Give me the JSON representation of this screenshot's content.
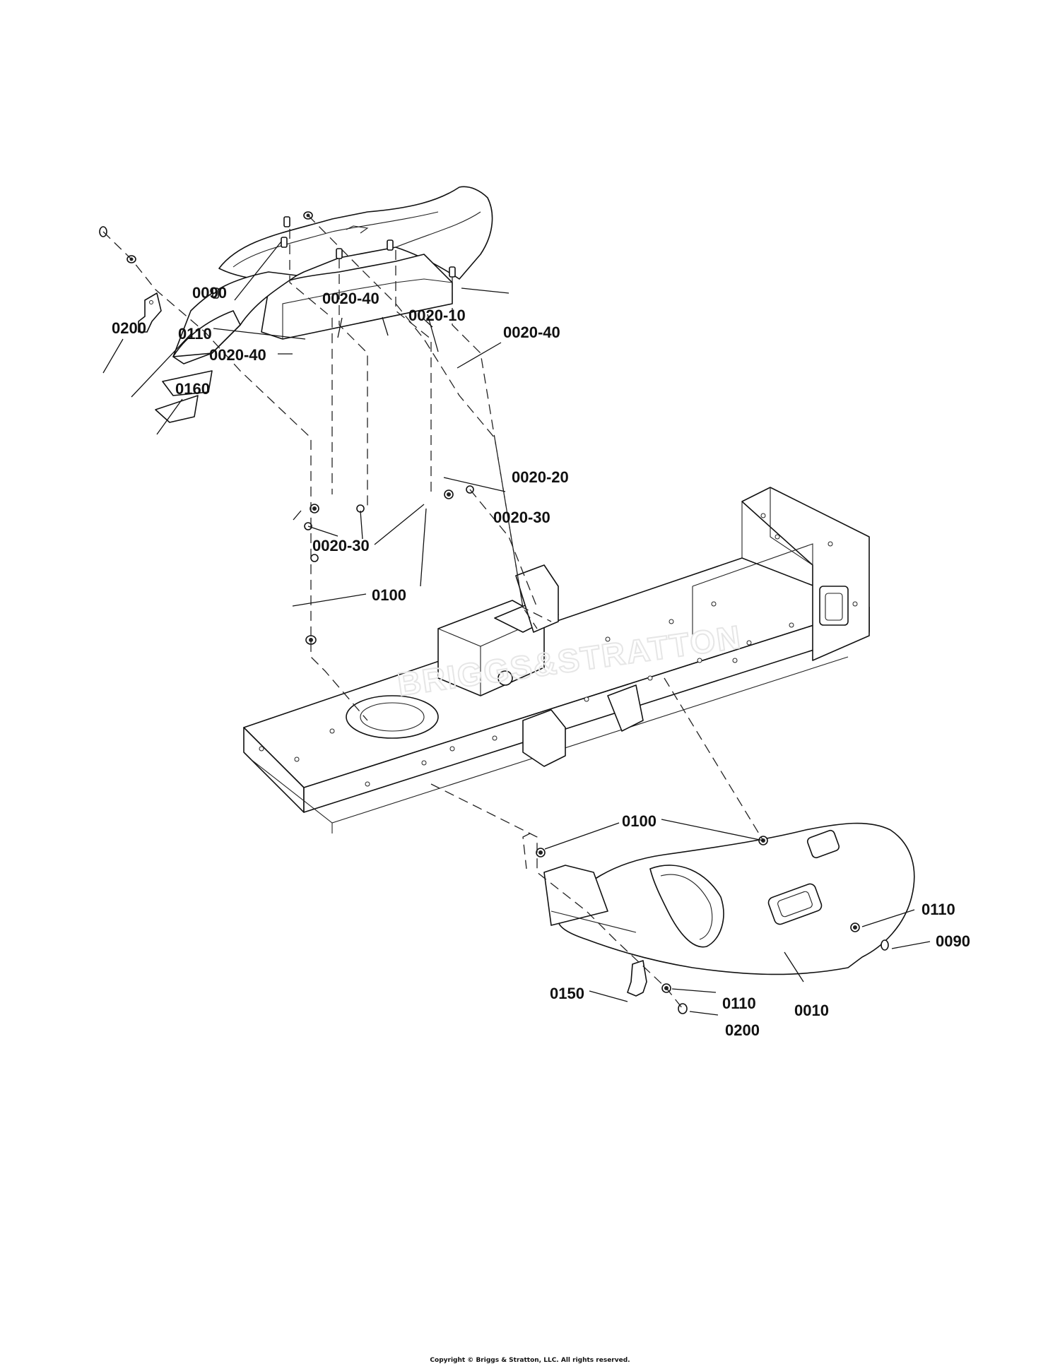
{
  "copyright": "Copyright © Briggs & Stratton, LLC. All rights reserved.",
  "watermark": "BRIGGS&STRATTON",
  "callouts": {
    "top_0090": "0090",
    "top_0200": "0200",
    "top_0110": "0110",
    "top_0160": "0160",
    "top_0020_40_a": "0020-40",
    "top_0020_40_b": "0020-40",
    "top_0020_40_c": "0020-40",
    "top_0020_10": "0020-10",
    "top_0020_20": "0020-20",
    "top_0020_30_a": "0020-30",
    "top_0020_30_b": "0020-30",
    "top_0100": "0100",
    "bot_0100": "0100",
    "bot_0110_right": "0110",
    "bot_0090": "0090",
    "bot_0150": "0150",
    "bot_0110": "0110",
    "bot_0200": "0200",
    "bot_0010": "0010"
  }
}
